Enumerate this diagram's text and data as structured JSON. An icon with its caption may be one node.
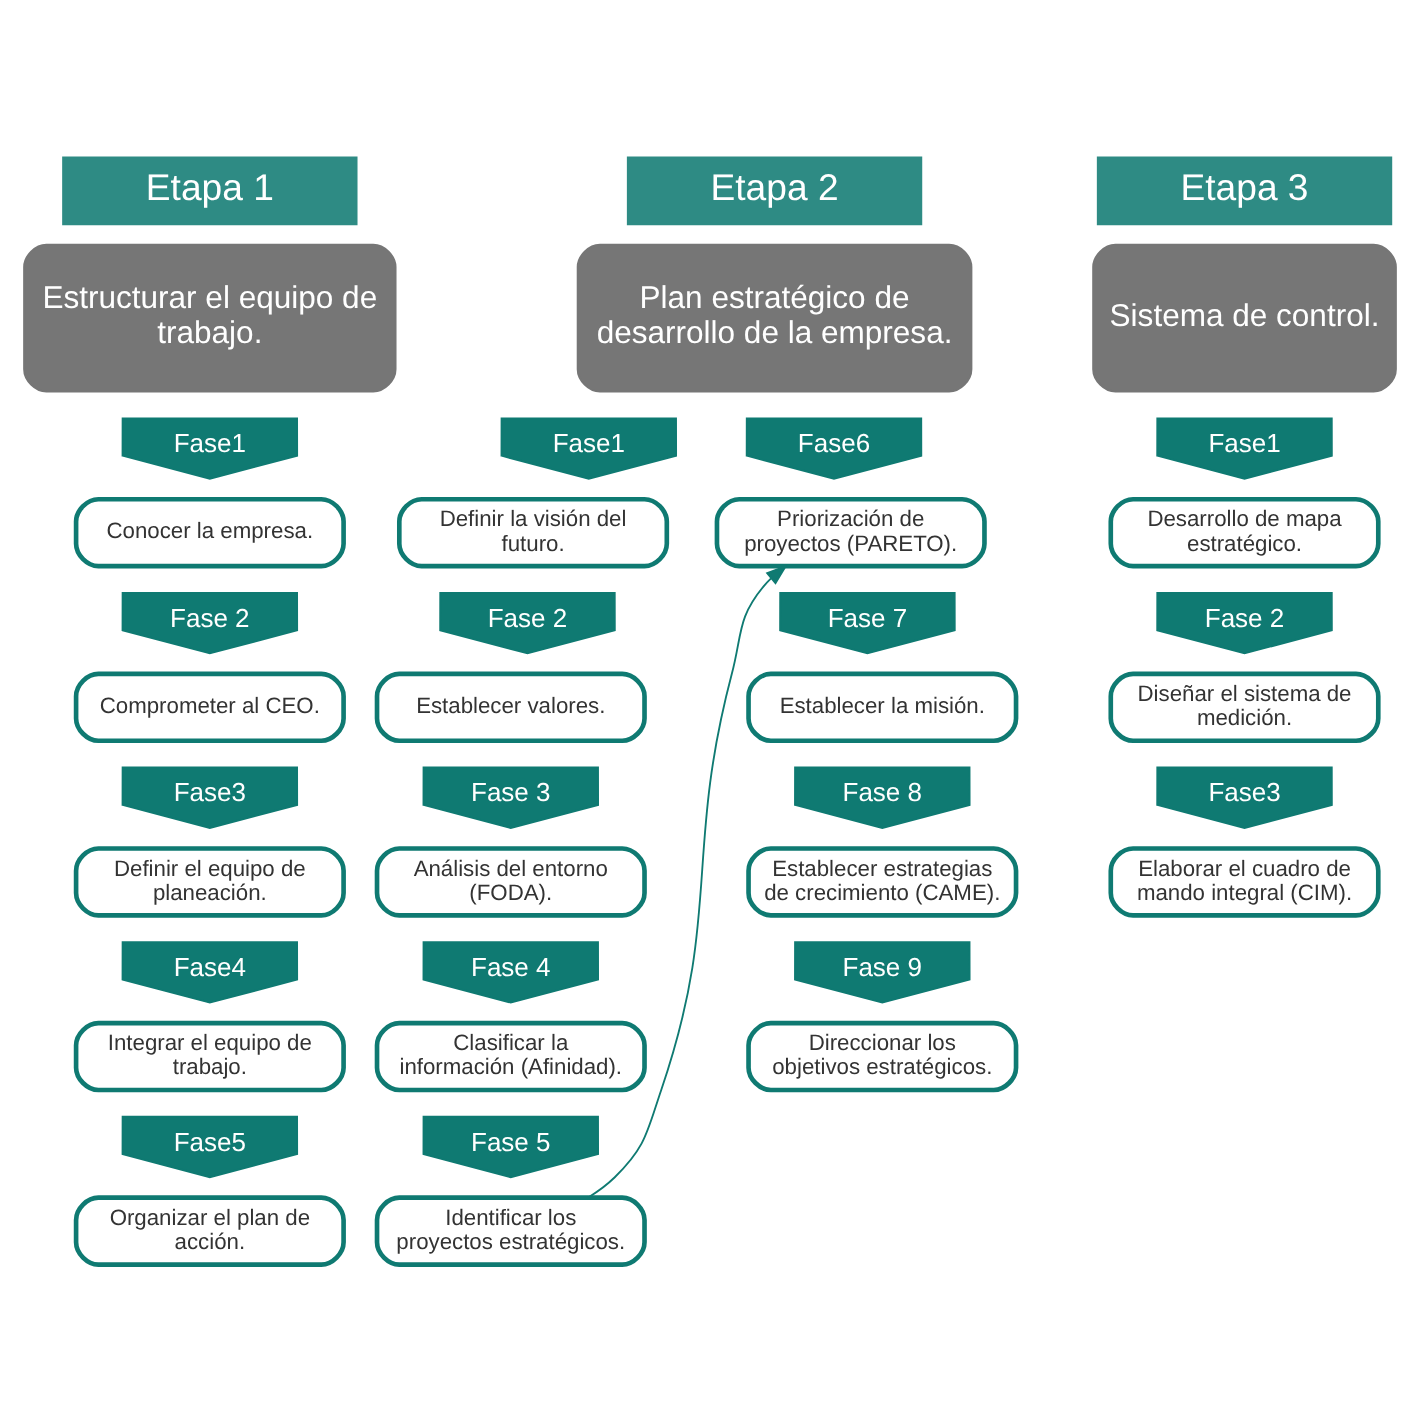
{
  "diagram": {
    "nodes": [
      {
        "text": [
          "Etapa 1"
        ]
      },
      {
        "text": [
          "Estructurar el equipo de trabajo."
        ]
      },
      {
        "text": [
          "Fase1"
        ]
      },
      {
        "text": [
          "Conocer la empresa."
        ]
      },
      {
        "text": [
          "Fase 2"
        ]
      },
      {
        "text": [
          "Comprometer al CEO."
        ]
      },
      {
        "text": [
          "Fase3"
        ]
      },
      {
        "text": [
          "Definir el equipo de planeación."
        ]
      },
      {
        "text": [
          "Fase4"
        ]
      },
      {
        "text": [
          "Integrar el equipo de trabajo."
        ]
      },
      {
        "text": [
          "Fase5"
        ]
      },
      {
        "text": [
          "Organizar el plan de acción."
        ]
      },
      {
        "text": [
          "Etapa 2"
        ]
      },
      {
        "text": [
          "Plan estratégico de desarrollo de la empresa."
        ]
      },
      {
        "text": [
          "Fase1"
        ]
      },
      {
        "text": [
          "Definir la visión del futuro."
        ]
      },
      {
        "text": [
          "Fase 2"
        ]
      },
      {
        "text": [
          "Establecer valores."
        ]
      },
      {
        "text": [
          "Fase 3"
        ]
      },
      {
        "text": [
          "Análisis del entorno (FODA)."
        ]
      },
      {
        "text": [
          "Fase 4"
        ]
      },
      {
        "text": [
          "Clasificar la información (Afinidad)."
        ]
      },
      {
        "text": [
          "Fase 5"
        ]
      },
      {
        "text": [
          "Identificar los proyectos estratégicos."
        ]
      },
      {
        "text": [
          "Fase6"
        ]
      },
      {
        "text": [
          "Priorización de proyectos (PARETO)."
        ]
      },
      {
        "text": [
          "Fase 7"
        ]
      },
      {
        "text": [
          "Establecer la misión."
        ]
      },
      {
        "text": [
          "Fase 8"
        ]
      },
      {
        "text": [
          "Establecer estrategias de crecimiento (CAME)."
        ]
      },
      {
        "text": [
          "Fase 9"
        ]
      },
      {
        "text": [
          "Direccionar los objetivos estratégicos."
        ]
      },
      {
        "text": [
          "Etapa 3"
        ]
      },
      {
        "text": [
          "Sistema de control."
        ]
      },
      {
        "text": [
          "Fase1"
        ]
      },
      {
        "text": [
          "Desarrollo de mapa estratégico."
        ]
      },
      {
        "text": [
          "Fase 2"
        ]
      },
      {
        "text": [
          "Diseñar el sistema de medición."
        ]
      },
      {
        "text": [
          "Fase3"
        ]
      },
      {
        "text": [
          "Elaborar el cuadro de mando integral (CIM)."
        ]
      }
    ],
    "edges": [
      {
        "from": 23,
        "to": 25,
        "arrow": "to"
      }
    ]
  }
}
